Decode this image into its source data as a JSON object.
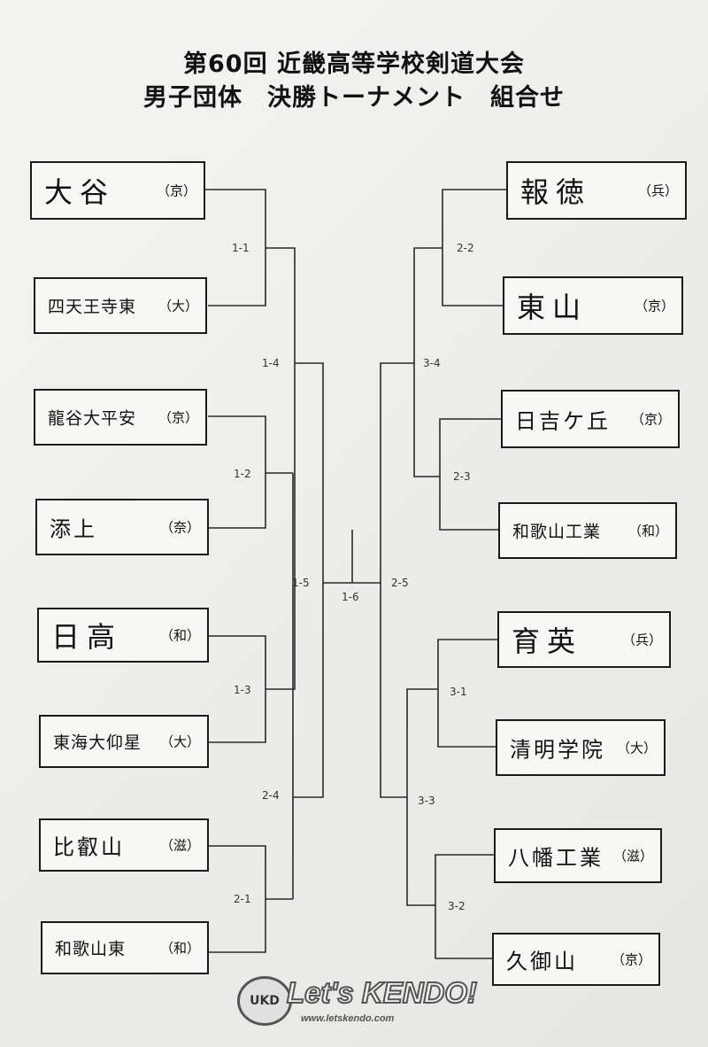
{
  "header": {
    "title_line1": "第60回 近畿高等学校剣道大会",
    "title_line2": "男子団体　決勝トーナメント　組合せ"
  },
  "teams_left": [
    {
      "name": "大谷",
      "pref": "（京）"
    },
    {
      "name": "四天王寺東",
      "pref": "（大）"
    },
    {
      "name": "龍谷大平安",
      "pref": "（京）"
    },
    {
      "name": "添上",
      "pref": "（奈）"
    },
    {
      "name": "日高",
      "pref": "（和）"
    },
    {
      "name": "東海大仰星",
      "pref": "（大）"
    },
    {
      "name": "比叡山",
      "pref": "（滋）"
    },
    {
      "name": "和歌山東",
      "pref": "（和）"
    }
  ],
  "teams_right": [
    {
      "name": "報徳",
      "pref": "（兵）"
    },
    {
      "name": "東山",
      "pref": "（京）"
    },
    {
      "name": "日吉ケ丘",
      "pref": "（京）"
    },
    {
      "name": "和歌山工業",
      "pref": "（和）"
    },
    {
      "name": "育英",
      "pref": "（兵）"
    },
    {
      "name": "清明学院",
      "pref": "（大）"
    },
    {
      "name": "八幡工業",
      "pref": "（滋）"
    },
    {
      "name": "久御山",
      "pref": "（京）"
    }
  ],
  "matches": {
    "m1_1": "1-1",
    "m1_2": "1-2",
    "m1_3": "1-3",
    "m2_1": "2-1",
    "m1_4": "1-4",
    "m2_4": "2-4",
    "m1_5": "1-5",
    "m1_6": "1-6",
    "m2_2": "2-2",
    "m2_3": "2-3",
    "m3_1": "3-1",
    "m3_2": "3-2",
    "m3_4": "3-4",
    "m3_3": "3-3",
    "m2_5": "2-5"
  },
  "logo": {
    "badge": "UKD",
    "text": "Let's KENDO!",
    "url": "www.letskendo.com"
  }
}
